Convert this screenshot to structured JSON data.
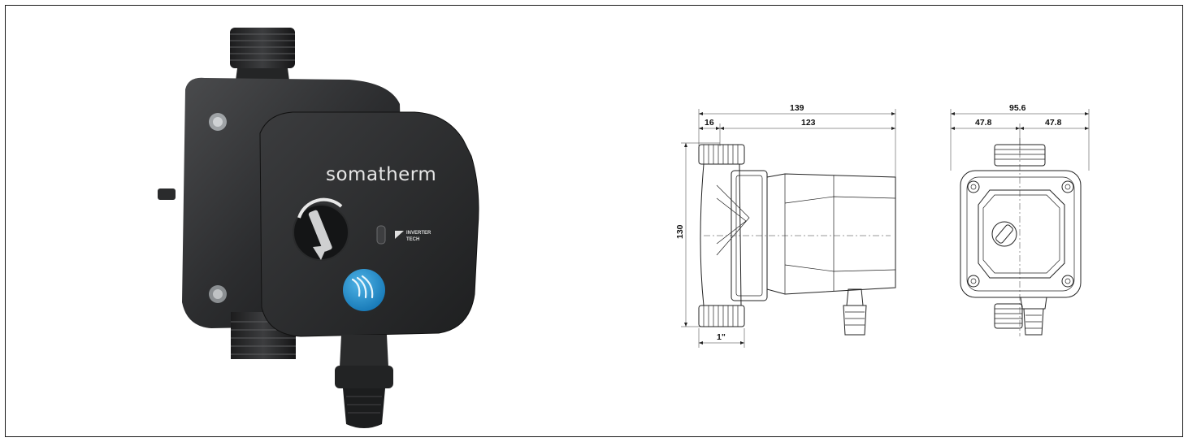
{
  "product_photo": {
    "brand_text": "somatherm",
    "badge_text_line1": "INVERTER",
    "badge_text_line2": "TECH"
  },
  "side_view": {
    "overall_length": "139",
    "inlet_offset": "16",
    "motor_length": "123",
    "height": "130",
    "thread_size": "1\""
  },
  "front_view": {
    "overall_width": "95.6",
    "half_width_left": "47.8",
    "half_width_right": "47.8"
  }
}
